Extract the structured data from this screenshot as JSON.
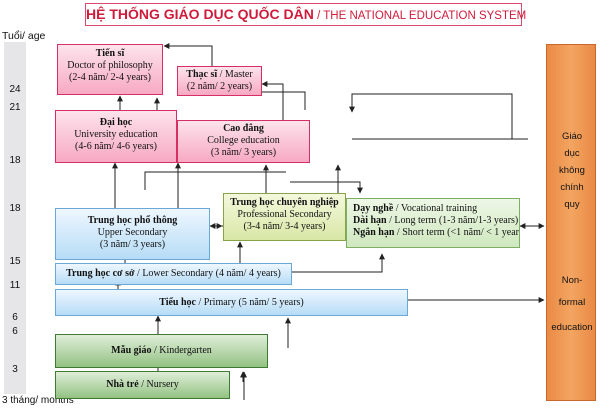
{
  "title": {
    "vn": "HỆ THỐNG GIÁO DỤC QUỐC DÂN",
    "sep": " / ",
    "en": "THE NATIONAL EDUCATION SYSTEM"
  },
  "age_axis": {
    "header": "Tuổi/ age",
    "footer": "3 tháng/ months",
    "ticks": [
      "24",
      "21",
      "18",
      "18",
      "15",
      "11",
      "6",
      "6",
      "3"
    ]
  },
  "boxes": {
    "doctor": {
      "vn": "Tiến sĩ",
      "en": "Doctor of philosophy",
      "dur": "(2-4 năm/ 2-4 years)"
    },
    "master": {
      "vn": "Thạc sĩ",
      "en": "Master",
      "dur": "(2 năm/ 2 years)"
    },
    "university": {
      "vn": "Đại học",
      "en": "University education",
      "dur": "(4-6 năm/ 4-6 years)"
    },
    "college": {
      "vn": "Cao đẳng",
      "en": "College education",
      "dur": "(3 năm/ 3 years)"
    },
    "prof_secondary": {
      "vn": "Trung học chuyên nghiệp",
      "en": "Professional Secondary",
      "dur": "(3-4 năm/ 3-4 years)"
    },
    "vocational": {
      "title_vn": "Dạy nghề",
      "title_en": "Vocational training",
      "long_vn": "Dài hạn",
      "long_en": "Long term (1-3 năm/1-3 years)",
      "short_vn": "Ngắn hạn",
      "short_en": "Short term (<1 năm/ < 1 year"
    },
    "upper_secondary": {
      "vn": "Trung học phổ thông",
      "en": "Upper Secondary",
      "dur": "(3 năm/ 3 years)"
    },
    "lower_secondary": {
      "vn": "Trung học cơ sở",
      "en": "Lower Secondary (4 năm/ 4 years)"
    },
    "primary": {
      "vn": "Tiểu học",
      "en": "Primary (5 năm/ 5 years)"
    },
    "kindergarten": {
      "vn": "Mẫu giáo",
      "en": "Kindergarten"
    },
    "nursery": {
      "vn": "Nhà trẻ",
      "en": "Nursery"
    }
  },
  "non_formal": {
    "vn_lines": [
      "Giáo",
      "dục",
      "không",
      "chính",
      "quy"
    ],
    "en_lines": [
      "Non-",
      "formal",
      "education"
    ]
  },
  "sep": " / "
}
